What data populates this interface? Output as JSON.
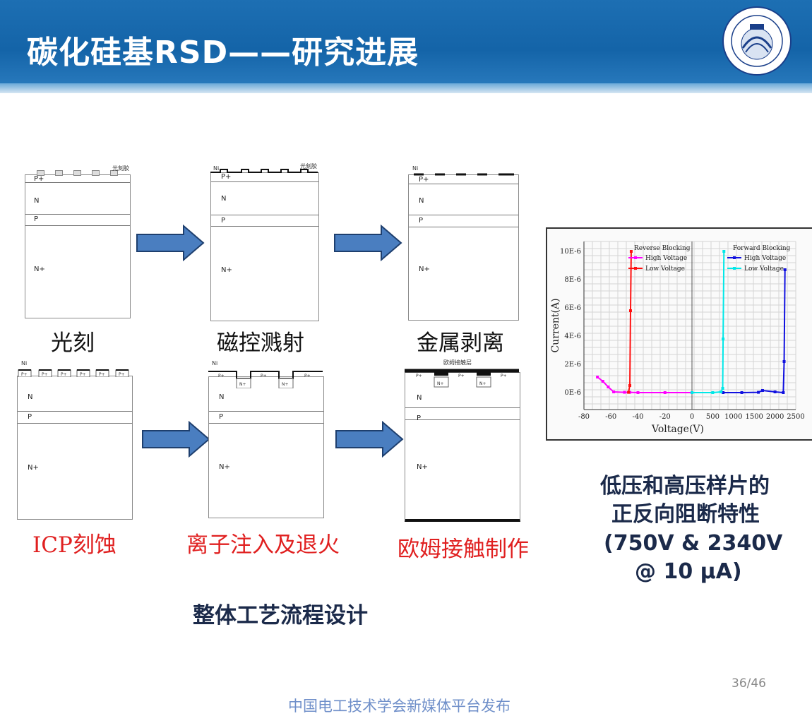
{
  "header": {
    "title": "碳化硅基RSD——研究进展"
  },
  "logo": {
    "icon": "university-seal-icon"
  },
  "process": {
    "top_row": [
      {
        "caption": "光刻",
        "note": "光刻胶"
      },
      {
        "caption": "磁控溅射",
        "note": "光刻胶",
        "metal": "Ni"
      },
      {
        "caption": "金属剥离",
        "metal": "Ni"
      }
    ],
    "bottom_row": [
      {
        "caption": "ICP刻蚀",
        "metal": "Ni"
      },
      {
        "caption": "离子注入及退火",
        "metal": "Ni"
      },
      {
        "caption": "欧姆接触制作",
        "note": "欧姆接触层"
      }
    ],
    "layers": {
      "p_plus": "P+",
      "n": "N",
      "p": "P",
      "n_plus": "N+"
    },
    "flow_title": "整体工艺流程设计"
  },
  "chart_data": {
    "type": "line",
    "xlabel": "Voltage(V)",
    "ylabel": "Current(A)",
    "x_ticks_left": [
      "-80",
      "-60",
      "-40",
      "-20",
      "0"
    ],
    "x_ticks_right": [
      "500",
      "1000",
      "1500",
      "2000",
      "2500"
    ],
    "y_ticks": [
      "0E-6",
      "2E-6",
      "4E-6",
      "6E-6",
      "8E-6",
      "10E-6"
    ],
    "grid": true,
    "panels": [
      {
        "title": "Reverse Blocking",
        "series": [
          {
            "name": "High Voltage",
            "color": "#ff00ff",
            "points": [
              [
                -70,
                1.1
              ],
              [
                -66,
                0.8
              ],
              [
                -62,
                0.4
              ],
              [
                -58,
                0.05
              ],
              [
                -50,
                0.02
              ],
              [
                -46,
                0.02
              ],
              [
                -40,
                0.0
              ],
              [
                -20,
                0.0
              ],
              [
                0,
                0.0
              ]
            ]
          },
          {
            "name": "Low Voltage",
            "color": "#ff1010",
            "points": [
              [
                -47,
                0.02
              ],
              [
                -46,
                0.5
              ],
              [
                -45.5,
                5.8
              ],
              [
                -45,
                10.0
              ]
            ]
          }
        ]
      },
      {
        "title": "Forward Blocking",
        "series": [
          {
            "name": "High Voltage",
            "color": "#1010e0",
            "points": [
              [
                750,
                0.0
              ],
              [
                1200,
                0.0
              ],
              [
                1600,
                0.02
              ],
              [
                1700,
                0.15
              ],
              [
                2000,
                0.05
              ],
              [
                2200,
                0.0
              ],
              [
                2220,
                2.2
              ],
              [
                2240,
                8.7
              ]
            ]
          },
          {
            "name": "Low Voltage",
            "color": "#00e8e8",
            "points": [
              [
                0,
                0.0
              ],
              [
                500,
                0.0
              ],
              [
                700,
                0.05
              ],
              [
                740,
                0.3
              ],
              [
                750,
                3.8
              ],
              [
                770,
                10.0
              ]
            ]
          }
        ]
      }
    ]
  },
  "chart_caption": {
    "line1": "低压和高压样片的",
    "line2": "正反向阻断特性",
    "line3": "(750V & 2340V",
    "line4": "@ 10 µA)"
  },
  "page_number": "36/46",
  "footer": "中国电工技术学会新媒体平台发布"
}
